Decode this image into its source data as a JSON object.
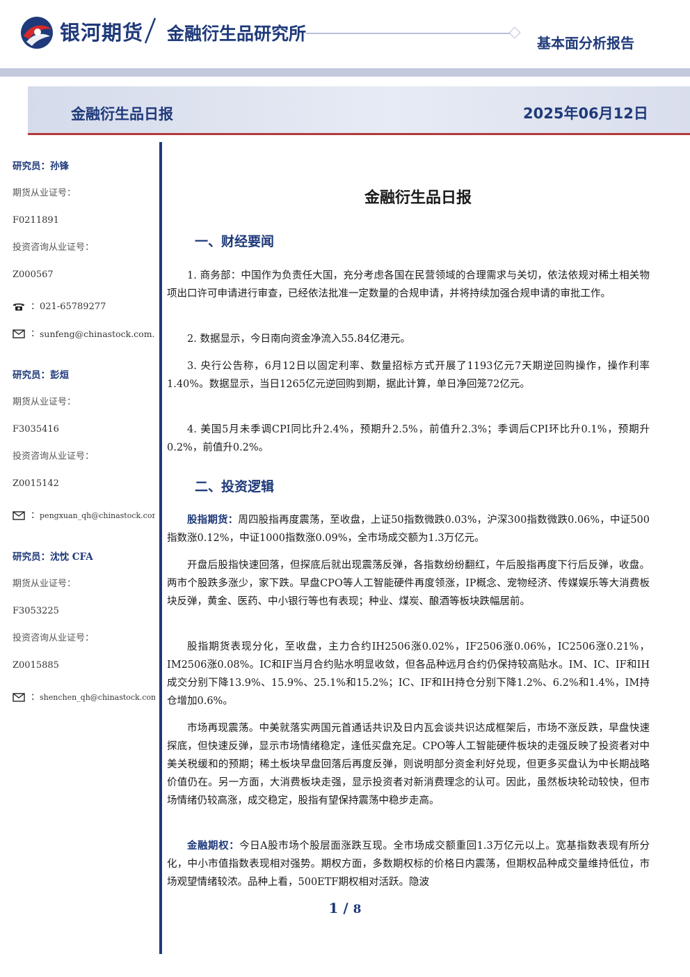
{
  "header": {
    "brand_name": "银河期货",
    "division": "金融衍生品研究所",
    "report_type": "基本面分析报告",
    "colors": {
      "brand_blue": "#1f3a7a",
      "brand_red": "#d42a2a",
      "accent_red": "#b33a3a"
    }
  },
  "banner": {
    "title": "金融衍生品日报",
    "date": "2025年06月12日"
  },
  "analysts": [
    {
      "name": "研究员：孙锋",
      "futures_cert_label": "期货从业证号：",
      "futures_cert": "F0211891",
      "advisory_cert_label": "投资咨询从业证号：",
      "advisory_cert": "Z000567",
      "phone": "021-65789277",
      "email": "sunfeng@chinastock.com.cn"
    },
    {
      "name": "研究员：彭烜",
      "futures_cert_label": "期货从业证号：",
      "futures_cert": "F3035416",
      "advisory_cert_label": "投资咨询从业证号：",
      "advisory_cert": "Z0015142",
      "email": "pengxuan_qh@chinastock.com.cn"
    },
    {
      "name": "研究员：沈忱  CFA",
      "futures_cert_label": "期货从业证号：",
      "futures_cert": "F3053225",
      "advisory_cert_label": "投资咨询从业证号：",
      "advisory_cert": "Z0015885",
      "email": "shenchen_qh@chinastock.com.cn"
    }
  ],
  "icons": {
    "phone": "phone-icon",
    "email": "envelope-icon"
  },
  "content": {
    "doc_title": "金融衍生品日报",
    "section1": {
      "title": "一、财经要闻",
      "items": [
        "1. 商务部：中国作为负责任大国，充分考虑各国在民营领域的合理需求与关切，依法依规对稀土相关物项出口许可申请进行审查，已经依法批准一定数量的合规申请，并将持续加强合规申请的审批工作。",
        "2. 数据显示，今日南向资金净流入55.84亿港元。",
        "3. 央行公告称，6月12日以固定利率、数量招标方式开展了1193亿元7天期逆回购操作，操作利率1.40%。数据显示，当日1265亿元逆回购到期，据此计算，单日净回笼72亿元。",
        "4. 美国5月未季调CPI同比升2.4%，预期升2.5%，前值升2.3%；季调后CPI环比升0.1%，预期升0.2%，前值升0.2%。"
      ]
    },
    "section2": {
      "title": "二、投资逻辑",
      "p1_label": "股指期货：",
      "p1_text": "周四股指再度震荡，至收盘，上证50指数微跌0.03%，沪深300指数微跌0.06%，中证500指数涨0.12%，中证1000指数涨0.09%，全市场成交额为1.3万亿元。",
      "p2": "开盘后股指快速回落，但探底后就出现震荡反弹，各指数纷纷翻红，午后股指再度下行后反弹，收盘。两市个股跌多涨少，家下跌。早盘CPO等人工智能硬件再度领涨，IP概念、宠物经济、传媒娱乐等大消费板块反弹，黄金、医药、中小银行等也有表现；种业、煤炭、酿酒等板块跌幅居前。",
      "p3": "股指期货表现分化，至收盘，主力合约IH2506涨0.02%，IF2506涨0.06%，IC2506涨0.21%，IM2506涨0.08%。IC和IF当月合约贴水明显收敛，但各品种远月合约仍保持较高贴水。IM、IC、IF和IH成交分别下降13.9%、15.9%、25.1%和15.2%；IC、IF和IH持仓分别下降1.2%、6.2%和1.4%，IM持仓增加0.6%。",
      "p4": "市场再现震荡。中美就落实两国元首通话共识及日内瓦会谈共识达成框架后，市场不涨反跌，早盘快速探底，但快速反弹，显示市场情绪稳定，逢低买盘充足。CPO等人工智能硬件板块的走强反映了投资者对中美关税缓和的预期；稀土板块早盘回落后再度反弹，则说明部分资金利好兑现，但更多买盘认为中长期战略价值仍在。另一方面，大消费板块走强，显示投资者对新消费理念的认可。因此，虽然板块轮动较快，但市场情绪仍较高涨，成交稳定，股指有望保持震荡中稳步走高。",
      "p5_label": "金融期权：",
      "p5_text": "今日A股市场个股层面涨跌互现。全市场成交额重回1.3万亿元以上。宽基指数表现有所分化，中小市值指数表现相对强势。期权方面，多数期权标的价格日内震荡，但期权品种成交量维持低位，市场观望情绪较浓。品种上看，500ETF期权相对活跃。隐波"
    }
  },
  "footer": {
    "page": "1",
    "sep": " / ",
    "total": "8"
  }
}
